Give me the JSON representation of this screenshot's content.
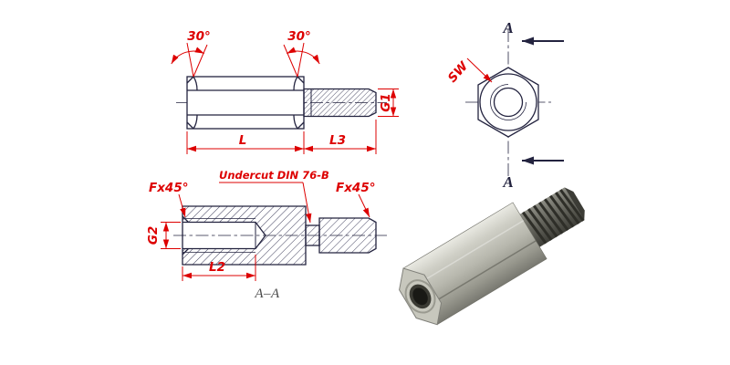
{
  "drawing": {
    "background": "#ffffff",
    "line_color": "#23233f",
    "dimension_color": "#dd0000",
    "side_view": {
      "chamfer_angle_left": "30°",
      "chamfer_angle_right": "30°",
      "body_length_dim": "L",
      "stud_length_dim": "L3",
      "external_thread_dim": "G1"
    },
    "end_view": {
      "width_across_flats_dim": "SW",
      "section_arrow_top": "A",
      "section_arrow_bottom": "A"
    },
    "section_view": {
      "chamfer_left_dim": "Fx45°",
      "undercut_note": "Undercut DIN 76-B",
      "chamfer_right_dim": "Fx45°",
      "internal_thread_dim": "G2",
      "thread_depth_dim": "L2",
      "section_label": "A–A"
    }
  }
}
